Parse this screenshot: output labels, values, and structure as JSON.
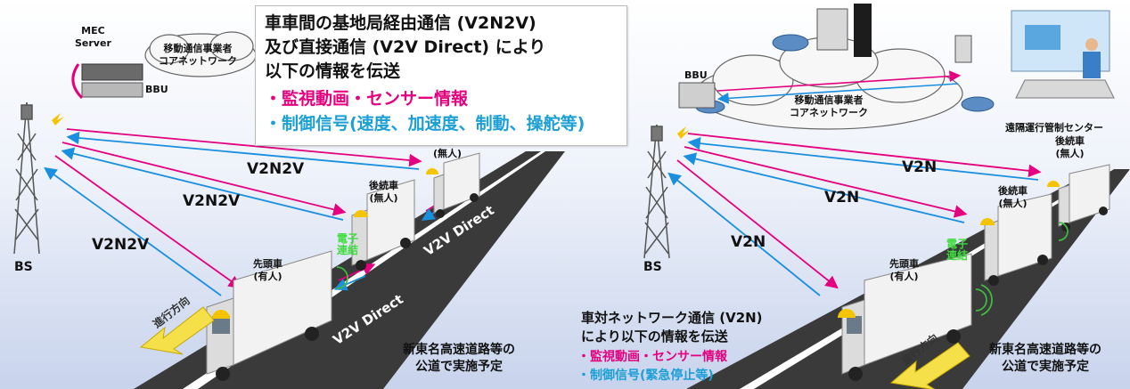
{
  "left": {
    "mec_server": "MEC\nServer",
    "bbu": "BBU",
    "core_network": "移動通信事業者\nコアネットワーク",
    "bs": "BS",
    "v2n2v_labels": [
      "V2N2V",
      "V2N2V",
      "V2N2V"
    ],
    "v2v_direct_labels": [
      "V2V Direct",
      "V2V Direct"
    ],
    "lead_vehicle": "先頭車\n(有人)",
    "follow_vehicle_1": "後続車\n(無人)",
    "follow_vehicle_2": "(無人)",
    "electronic_coupling": "電子\n連結",
    "direction": "進行方向",
    "note": "新東名高速道路等の\n公道で実施予定"
  },
  "callout": {
    "line1": "車車間の基地局経由通信 (V2N2V)",
    "line2": "及び直接通信 (V2V Direct) により",
    "line3": "以下の情報を伝送",
    "item1": "・監視動画・センサー情報",
    "item2": "・制御信号(速度、加速度、制動、操舵等)"
  },
  "right": {
    "bbu": "BBU",
    "core_network": "移動通信事業者\nコアネットワーク",
    "remote_center": "遠隔運行管制センター",
    "bs": "BS",
    "v2n_labels": [
      "V2N",
      "V2N",
      "V2N"
    ],
    "lead_vehicle": "先頭車\n(有人)",
    "follow_vehicle_1": "後続車\n(無人)",
    "follow_vehicle_2": "後続車\n(無人)",
    "electronic_coupling": "電子\n連結",
    "direction": "進行方向",
    "note": "新東名高速道路等の\n公道で実施予定",
    "caption_line1": "車対ネットワーク通信 (V2N)",
    "caption_line2": "により以下の情報を伝送",
    "caption_item1": "・監視動画・センサー情報",
    "caption_item2": "・制御信号(緊急停止等)"
  },
  "colors": {
    "pink_arrow": "#e4007f",
    "blue_arrow": "#1a8fe0",
    "road": "#3a3a3a",
    "direction_arrow": "#f5e04a",
    "green_text": "#3fdc3f"
  }
}
